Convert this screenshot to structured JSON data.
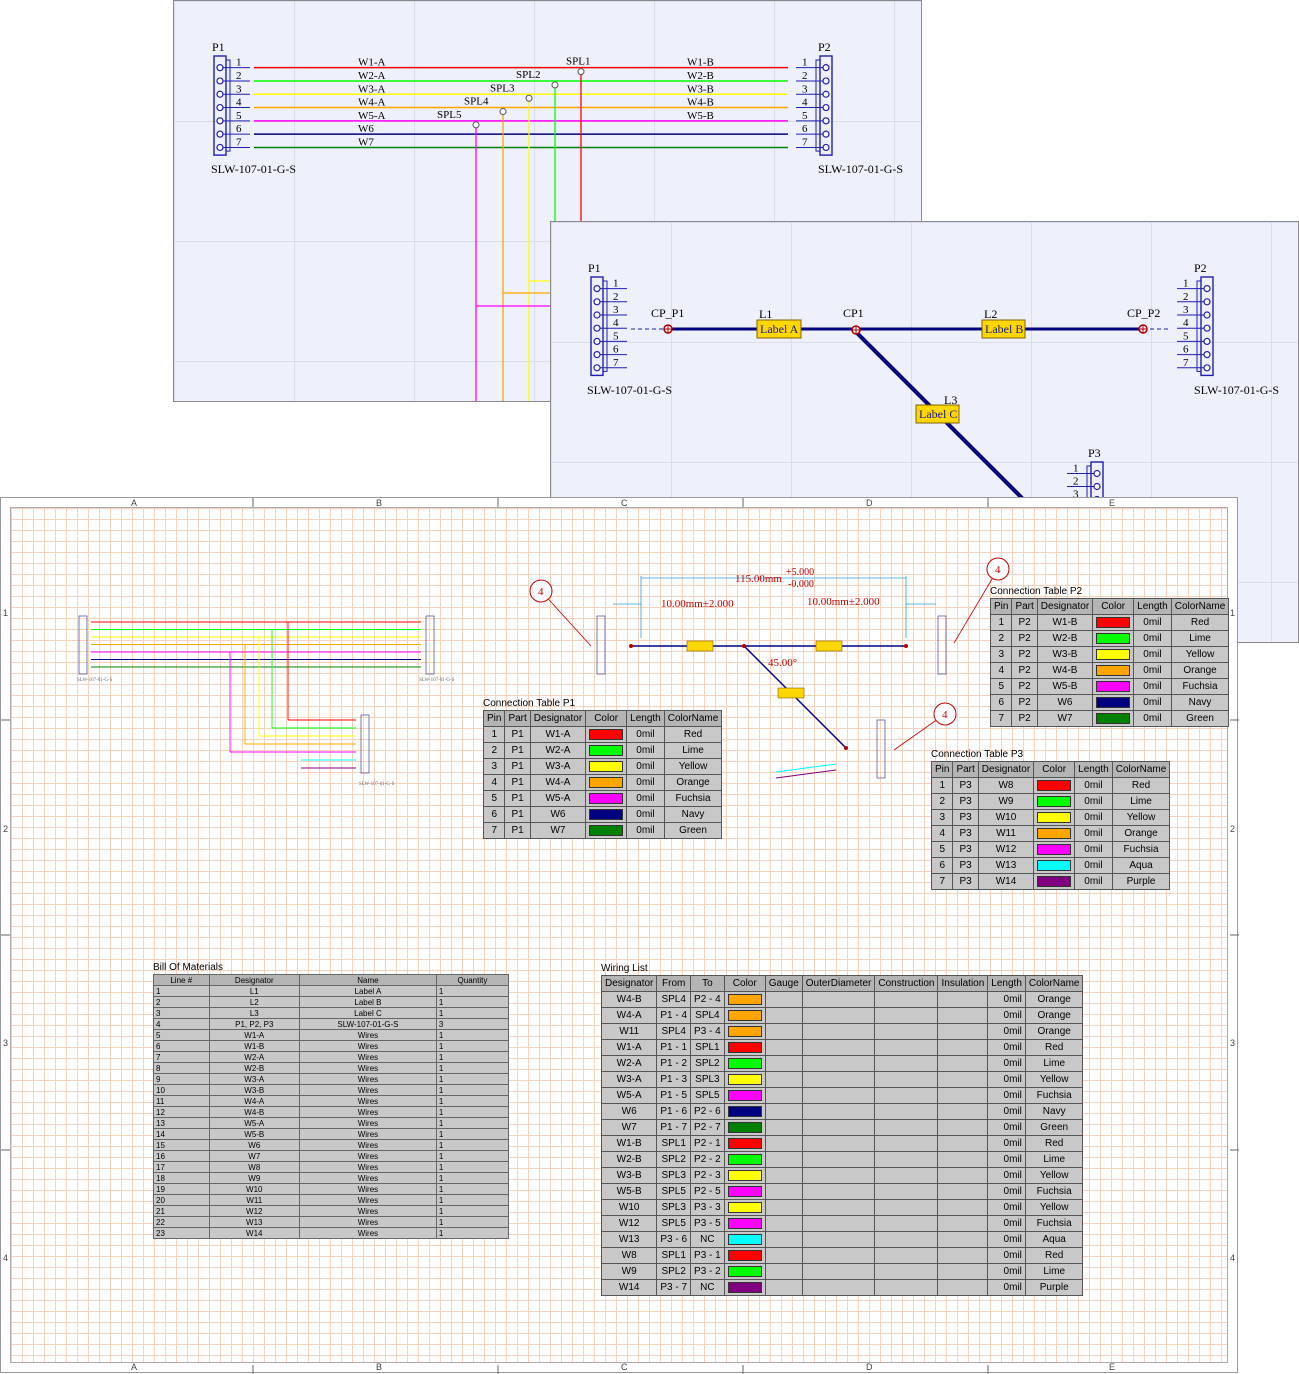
{
  "wiring_diagram": {
    "connector_left": {
      "name": "P1",
      "part": "SLW-107-01-G-S",
      "pins": [
        "1",
        "2",
        "3",
        "4",
        "5",
        "6",
        "7"
      ]
    },
    "connector_right": {
      "name": "P2",
      "part": "SLW-107-01-G-S",
      "pins": [
        "1",
        "2",
        "3",
        "4",
        "5",
        "6",
        "7"
      ]
    },
    "wires_left": [
      "W1-A",
      "W2-A",
      "W3-A",
      "W4-A",
      "W5-A",
      "W6",
      "W7"
    ],
    "wires_right": [
      "W1-B",
      "W2-B",
      "W3-B",
      "W4-B",
      "W5-B"
    ],
    "splices": [
      "SPL1",
      "SPL2",
      "SPL3",
      "SPL4",
      "SPL5"
    ]
  },
  "layout_diagram": {
    "p1": "P1",
    "p2": "P2",
    "p3": "P3",
    "part": "SLW-107-01-G-S",
    "cp_p1": "CP_P1",
    "cp_p2": "CP_P2",
    "cp1": "CP1",
    "l1": "L1",
    "l2": "L2",
    "l3": "L3",
    "label_a": "Label A",
    "label_b": "Label B",
    "label_c": "Label C",
    "pins": [
      "1",
      "2",
      "3",
      "4",
      "5",
      "6",
      "7"
    ],
    "p3_pins": [
      "1",
      "2",
      "3"
    ]
  },
  "drawing": {
    "zones_x": [
      "A",
      "B",
      "C",
      "D",
      "E"
    ],
    "zones_y": [
      "1",
      "2",
      "3",
      "4"
    ],
    "dim_total": "115.00mm",
    "dim_tol_plus": "+5.000",
    "dim_tol_minus": "-0.000",
    "dim_left": "10.00mm±2.000",
    "dim_right": "10.00mm±2.000",
    "angle": "45.00°",
    "balloon": "4",
    "mini_part": "SLW-107-01-G-S"
  },
  "colors": {
    "Red": "#ff0000",
    "Lime": "#00ff00",
    "Yellow": "#ffff00",
    "Orange": "#ffa500",
    "Fuchsia": "#ff00ff",
    "Navy": "#000080",
    "Green": "#008000",
    "Aqua": "#00ffff",
    "Purple": "#800080"
  },
  "table_headers": [
    "Pin",
    "Part",
    "Designator",
    "Color",
    "Length",
    "ColorName"
  ],
  "connection_table_p1": {
    "title": "Connection Table P1",
    "rows": [
      [
        "1",
        "P1",
        "W1-A",
        "Red",
        "0mil",
        "Red"
      ],
      [
        "2",
        "P1",
        "W2-A",
        "Lime",
        "0mil",
        "Lime"
      ],
      [
        "3",
        "P1",
        "W3-A",
        "Yellow",
        "0mil",
        "Yellow"
      ],
      [
        "4",
        "P1",
        "W4-A",
        "Orange",
        "0mil",
        "Orange"
      ],
      [
        "5",
        "P1",
        "W5-A",
        "Fuchsia",
        "0mil",
        "Fuchsia"
      ],
      [
        "6",
        "P1",
        "W6",
        "Navy",
        "0mil",
        "Navy"
      ],
      [
        "7",
        "P1",
        "W7",
        "Green",
        "0mil",
        "Green"
      ]
    ]
  },
  "connection_table_p2": {
    "title": "Connection Table P2",
    "rows": [
      [
        "1",
        "P2",
        "W1-B",
        "Red",
        "0mil",
        "Red"
      ],
      [
        "2",
        "P2",
        "W2-B",
        "Lime",
        "0mil",
        "Lime"
      ],
      [
        "3",
        "P2",
        "W3-B",
        "Yellow",
        "0mil",
        "Yellow"
      ],
      [
        "4",
        "P2",
        "W4-B",
        "Orange",
        "0mil",
        "Orange"
      ],
      [
        "5",
        "P2",
        "W5-B",
        "Fuchsia",
        "0mil",
        "Fuchsia"
      ],
      [
        "6",
        "P2",
        "W6",
        "Navy",
        "0mil",
        "Navy"
      ],
      [
        "7",
        "P2",
        "W7",
        "Green",
        "0mil",
        "Green"
      ]
    ]
  },
  "connection_table_p3": {
    "title": "Connection Table P3",
    "rows": [
      [
        "1",
        "P3",
        "W8",
        "Red",
        "0mil",
        "Red"
      ],
      [
        "2",
        "P3",
        "W9",
        "Lime",
        "0mil",
        "Lime"
      ],
      [
        "3",
        "P3",
        "W10",
        "Yellow",
        "0mil",
        "Yellow"
      ],
      [
        "4",
        "P3",
        "W11",
        "Orange",
        "0mil",
        "Orange"
      ],
      [
        "5",
        "P3",
        "W12",
        "Fuchsia",
        "0mil",
        "Fuchsia"
      ],
      [
        "6",
        "P3",
        "W13",
        "Aqua",
        "0mil",
        "Aqua"
      ],
      [
        "7",
        "P3",
        "W14",
        "Purple",
        "0mil",
        "Purple"
      ]
    ]
  },
  "bom": {
    "title": "Bill Of Materials",
    "headers": [
      "Line #",
      "Designator",
      "Name",
      "Quantity"
    ],
    "rows": [
      [
        "1",
        "L1",
        "Label A",
        "1"
      ],
      [
        "2",
        "L2",
        "Label B",
        "1"
      ],
      [
        "3",
        "L3",
        "Label C",
        "1"
      ],
      [
        "4",
        "P1, P2, P3",
        "SLW-107-01-G-S",
        "3"
      ],
      [
        "5",
        "W1-A",
        "Wires",
        "1"
      ],
      [
        "6",
        "W1-B",
        "Wires",
        "1"
      ],
      [
        "7",
        "W2-A",
        "Wires",
        "1"
      ],
      [
        "8",
        "W2-B",
        "Wires",
        "1"
      ],
      [
        "9",
        "W3-A",
        "Wires",
        "1"
      ],
      [
        "10",
        "W3-B",
        "Wires",
        "1"
      ],
      [
        "11",
        "W4-A",
        "Wires",
        "1"
      ],
      [
        "12",
        "W4-B",
        "Wires",
        "1"
      ],
      [
        "13",
        "W5-A",
        "Wires",
        "1"
      ],
      [
        "14",
        "W5-B",
        "Wires",
        "1"
      ],
      [
        "15",
        "W6",
        "Wires",
        "1"
      ],
      [
        "16",
        "W7",
        "Wires",
        "1"
      ],
      [
        "17",
        "W8",
        "Wires",
        "1"
      ],
      [
        "18",
        "W9",
        "Wires",
        "1"
      ],
      [
        "19",
        "W10",
        "Wires",
        "1"
      ],
      [
        "20",
        "W11",
        "Wires",
        "1"
      ],
      [
        "21",
        "W12",
        "Wires",
        "1"
      ],
      [
        "22",
        "W13",
        "Wires",
        "1"
      ],
      [
        "23",
        "W14",
        "Wires",
        "1"
      ]
    ]
  },
  "wiring_list": {
    "title": "Wiring List",
    "headers": [
      "Designator",
      "From",
      "To",
      "Color",
      "Gauge",
      "OuterDiameter",
      "Construction",
      "Insulation",
      "Length",
      "ColorName"
    ],
    "rows": [
      [
        "W4-B",
        "SPL4",
        "P2 - 4",
        "Orange",
        "",
        "",
        "",
        "",
        "0mil",
        "Orange"
      ],
      [
        "W4-A",
        "P1 - 4",
        "SPL4",
        "Orange",
        "",
        "",
        "",
        "",
        "0mil",
        "Orange"
      ],
      [
        "W11",
        "SPL4",
        "P3 - 4",
        "Orange",
        "",
        "",
        "",
        "",
        "0mil",
        "Orange"
      ],
      [
        "W1-A",
        "P1 - 1",
        "SPL1",
        "Red",
        "",
        "",
        "",
        "",
        "0mil",
        "Red"
      ],
      [
        "W2-A",
        "P1 - 2",
        "SPL2",
        "Lime",
        "",
        "",
        "",
        "",
        "0mil",
        "Lime"
      ],
      [
        "W3-A",
        "P1 - 3",
        "SPL3",
        "Yellow",
        "",
        "",
        "",
        "",
        "0mil",
        "Yellow"
      ],
      [
        "W5-A",
        "P1 - 5",
        "SPL5",
        "Fuchsia",
        "",
        "",
        "",
        "",
        "0mil",
        "Fuchsia"
      ],
      [
        "W6",
        "P1 - 6",
        "P2 - 6",
        "Navy",
        "",
        "",
        "",
        "",
        "0mil",
        "Navy"
      ],
      [
        "W7",
        "P1 - 7",
        "P2 - 7",
        "Green",
        "",
        "",
        "",
        "",
        "0mil",
        "Green"
      ],
      [
        "W1-B",
        "SPL1",
        "P2 - 1",
        "Red",
        "",
        "",
        "",
        "",
        "0mil",
        "Red"
      ],
      [
        "W2-B",
        "SPL2",
        "P2 - 2",
        "Lime",
        "",
        "",
        "",
        "",
        "0mil",
        "Lime"
      ],
      [
        "W3-B",
        "SPL3",
        "P2 - 3",
        "Yellow",
        "",
        "",
        "",
        "",
        "0mil",
        "Yellow"
      ],
      [
        "W5-B",
        "SPL5",
        "P2 - 5",
        "Fuchsia",
        "",
        "",
        "",
        "",
        "0mil",
        "Fuchsia"
      ],
      [
        "W10",
        "SPL3",
        "P3 - 3",
        "Yellow",
        "",
        "",
        "",
        "",
        "0mil",
        "Yellow"
      ],
      [
        "W12",
        "SPL5",
        "P3 - 5",
        "Fuchsia",
        "",
        "",
        "",
        "",
        "0mil",
        "Fuchsia"
      ],
      [
        "W13",
        "P3 - 6",
        "NC",
        "Aqua",
        "",
        "",
        "",
        "",
        "0mil",
        "Aqua"
      ],
      [
        "W8",
        "SPL1",
        "P3 - 1",
        "Red",
        "",
        "",
        "",
        "",
        "0mil",
        "Red"
      ],
      [
        "W9",
        "SPL2",
        "P3 - 2",
        "Lime",
        "",
        "",
        "",
        "",
        "0mil",
        "Lime"
      ],
      [
        "W14",
        "P3 - 7",
        "NC",
        "Purple",
        "",
        "",
        "",
        "",
        "0mil",
        "Purple"
      ]
    ]
  }
}
